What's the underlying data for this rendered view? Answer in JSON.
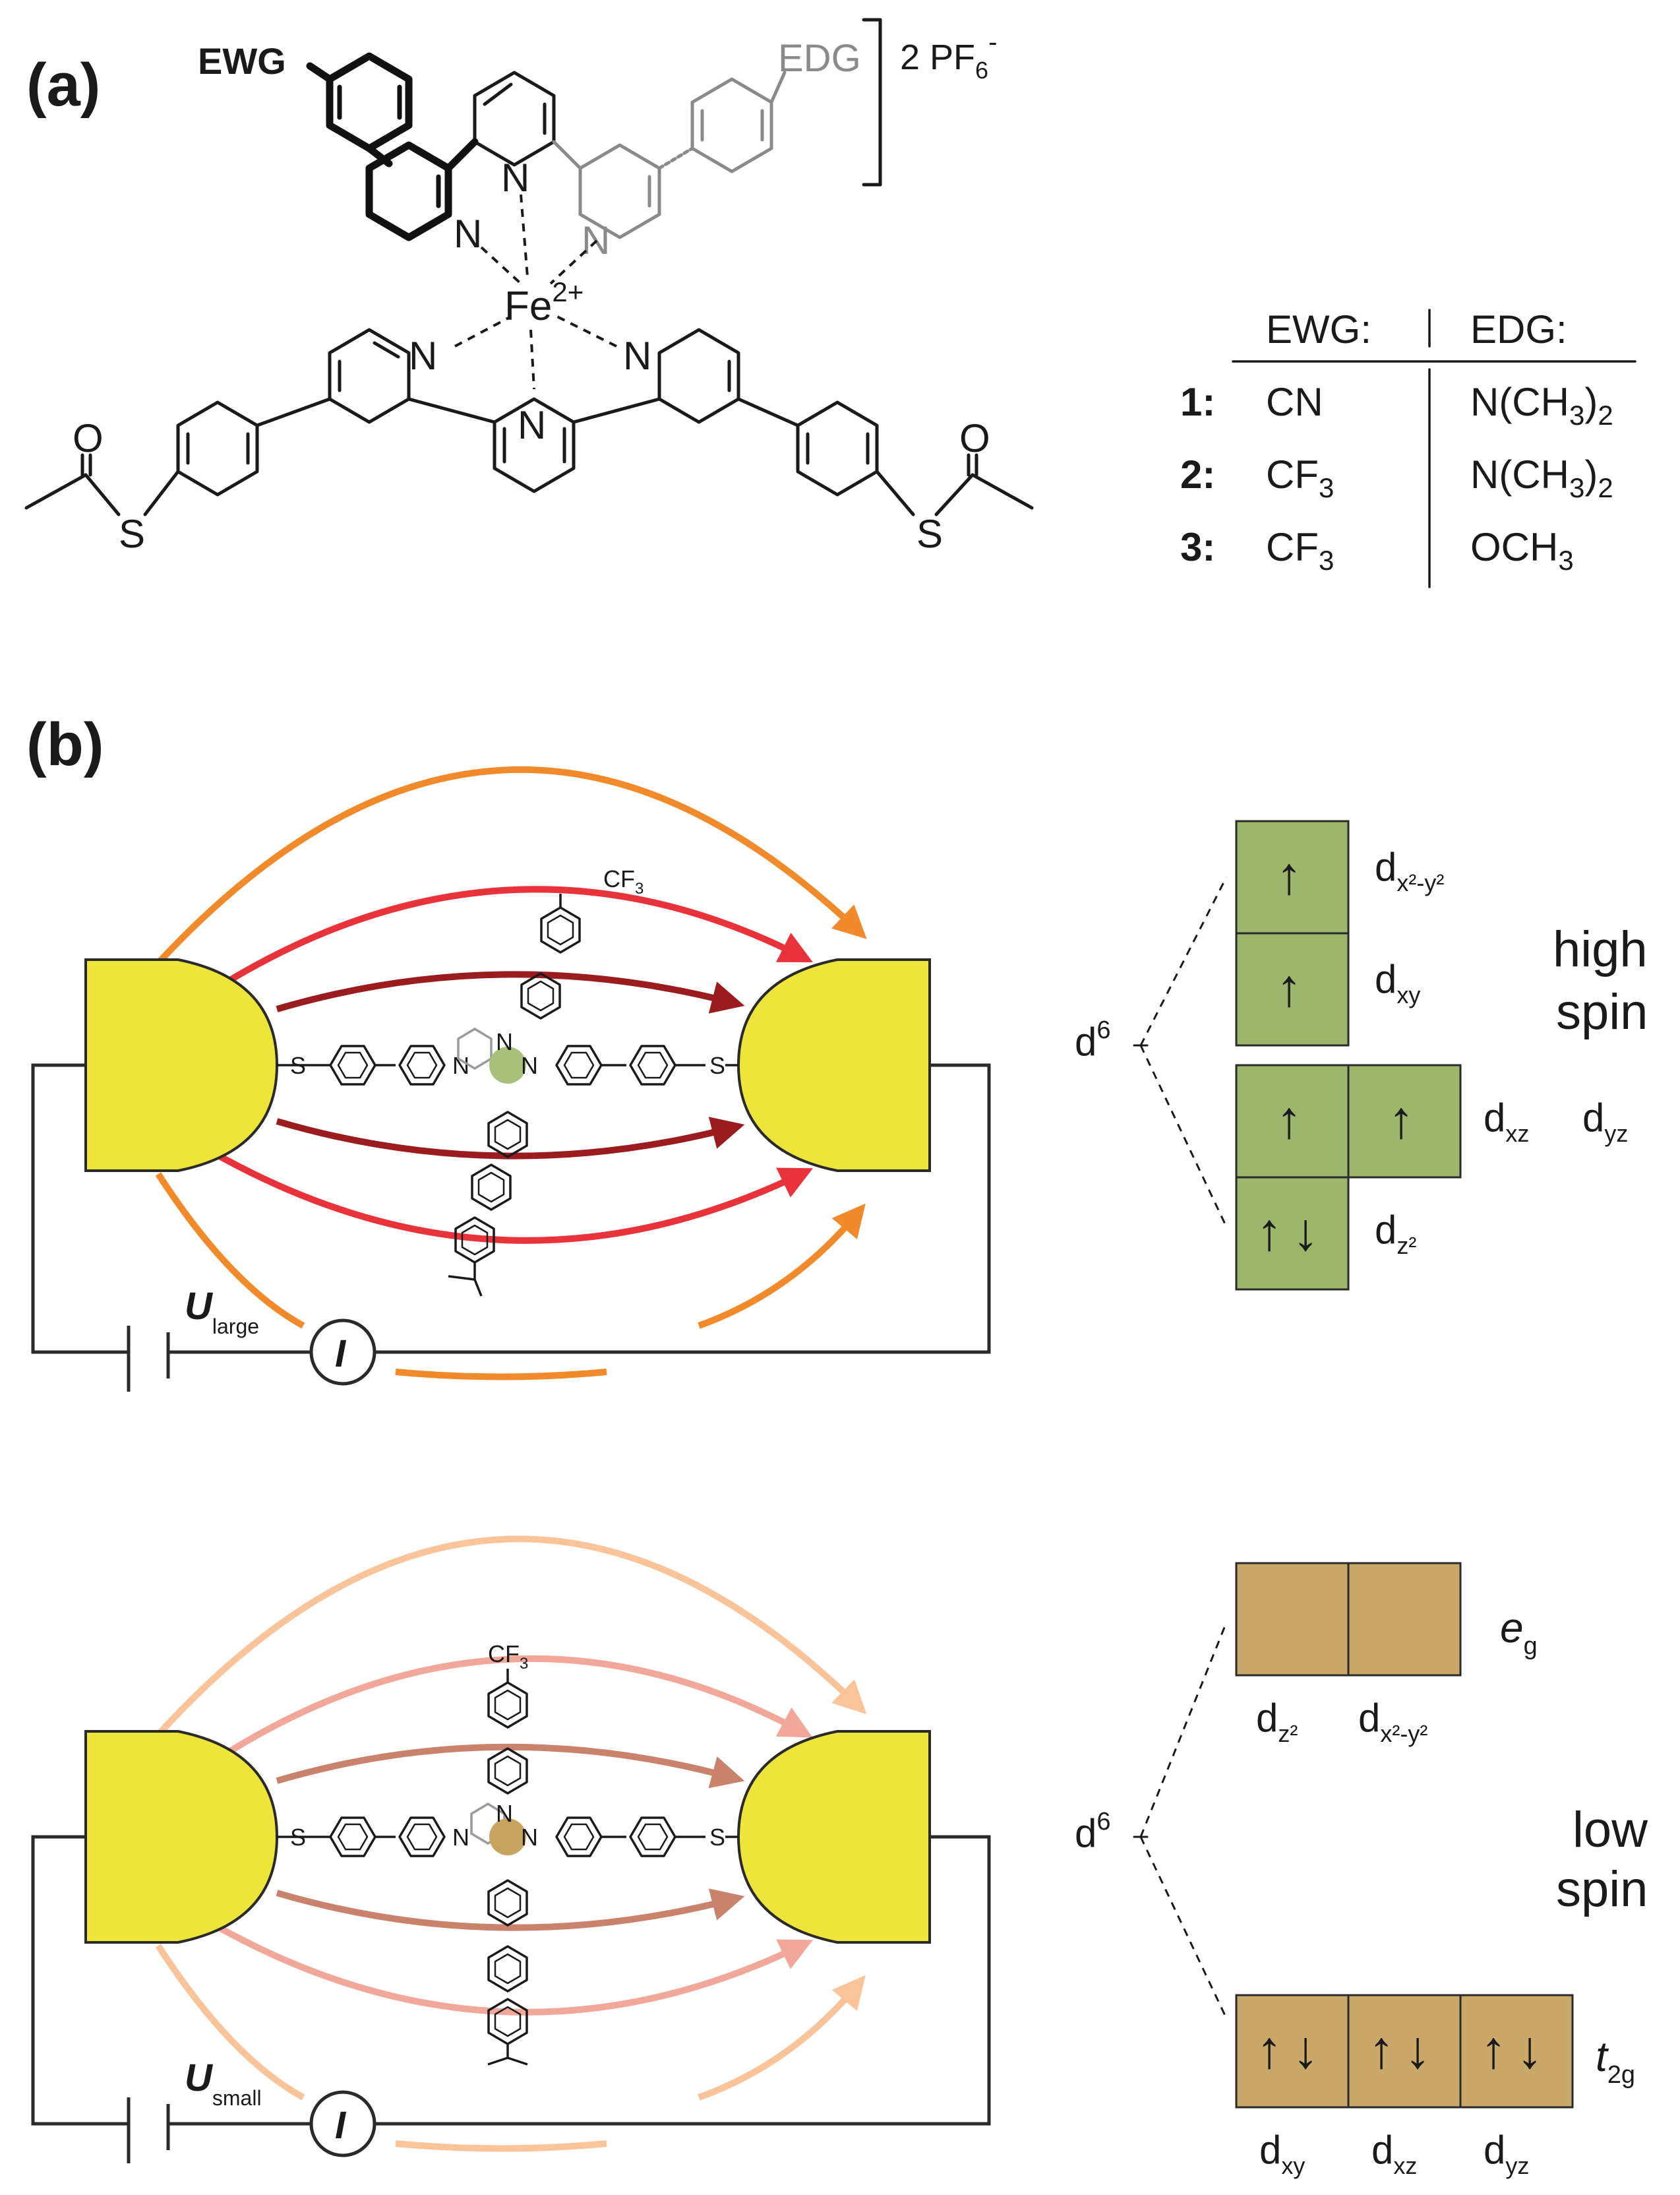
{
  "panel_a": {
    "label": "(a)",
    "ewg_label": "EWG",
    "edg_label": "EDG",
    "counterion": "2 PF",
    "counterion_sub": "6",
    "counterion_sup": "-",
    "metal": "Fe",
    "metal_charge": "2+",
    "atom_N": "N",
    "atom_O": "O",
    "atom_S": "S",
    "table": {
      "header_ewg": "EWG:",
      "header_edg": "EDG:",
      "rows": [
        {
          "id": "1:",
          "ewg": "CN",
          "edg": "N(CH",
          "edg_sub": "3",
          "edg_tail": ")",
          "edg_tail_sub": "2"
        },
        {
          "id": "2:",
          "ewg": "CF",
          "ewg_sub": "3",
          "edg": "N(CH",
          "edg_sub": "3",
          "edg_tail": ")",
          "edg_tail_sub": "2"
        },
        {
          "id": "3:",
          "ewg": "CF",
          "ewg_sub": "3",
          "edg": "OCH",
          "edg_sub": "3"
        }
      ]
    }
  },
  "panel_b": {
    "label": "(b)",
    "high": {
      "voltage_symbol": "U",
      "voltage_sub": "large",
      "current_symbol": "I",
      "cf3": "CF",
      "cf3_sub": "3",
      "d6": "d",
      "d6_sup": "6",
      "spin_line1": "high",
      "spin_line2": "spin",
      "orbitals": {
        "x2y2": "d",
        "x2y2_sub": "x²-y²",
        "xy": "d",
        "xy_sub": "xy",
        "xz": "d",
        "xz_sub": "xz",
        "yz": "d",
        "yz_sub": "yz",
        "z2": "d",
        "z2_sub": "z²"
      },
      "electrons": {
        "up": "↑",
        "down": "↓"
      },
      "box_color": "#9db66c",
      "metal_color": "#a9c07a",
      "arrow_colors": [
        "#f08a2a",
        "#e8333a",
        "#9b1c1f"
      ]
    },
    "low": {
      "voltage_symbol": "U",
      "voltage_sub": "small",
      "current_symbol": "I",
      "cf3": "CF",
      "cf3_sub": "3",
      "d6": "d",
      "d6_sup": "6",
      "spin_line1": "low",
      "spin_line2": "spin",
      "eg": "e",
      "eg_sub": "g",
      "t2g": "t",
      "t2g_sub": "2g",
      "orbitals": {
        "z2": "d",
        "z2_sub": "z²",
        "x2y2": "d",
        "x2y2_sub": "x²-y²",
        "xy": "d",
        "xy_sub": "xy",
        "xz": "d",
        "xz_sub": "xz",
        "yz": "d",
        "yz_sub": "yz"
      },
      "box_color": "#c9a86a",
      "metal_color": "#c7a460",
      "arrow_colors": [
        "#f9c49a",
        "#f1a79a",
        "#c9826c"
      ]
    },
    "electrode_color": "#ede53a"
  }
}
